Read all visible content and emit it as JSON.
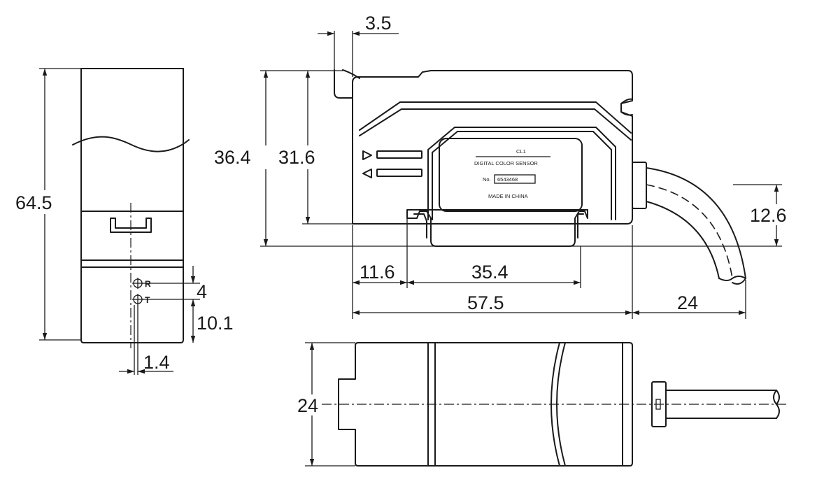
{
  "dimensions": {
    "d_3_5": "3.5",
    "d_64_5": "64.5",
    "d_36_4": "36.4",
    "d_31_6": "31.6",
    "d_12_6": "12.6",
    "d_11_6": "11.6",
    "d_35_4": "35.4",
    "d_57_5": "57.5",
    "d_24_cable": "24",
    "d_24_width": "24",
    "d_4": "4",
    "d_10_1": "10.1",
    "d_1_4": "1.4"
  },
  "label": {
    "model": "CL1",
    "name": "DIGITAL COLOR SENSOR",
    "no_prefix": "No.",
    "serial": "6543468",
    "origin": "MADE IN CHINA"
  },
  "markers": {
    "r": "R",
    "t": "T"
  }
}
